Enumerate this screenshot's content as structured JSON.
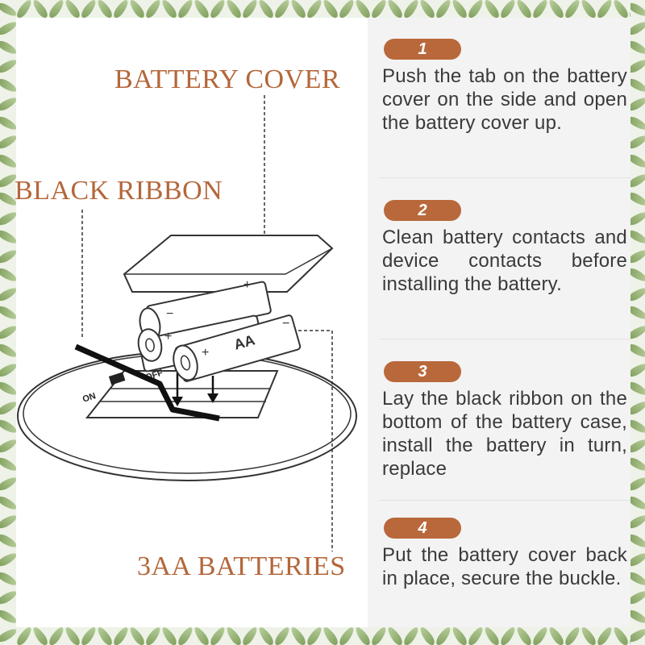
{
  "diagram": {
    "callouts": {
      "battery_cover": "BATTERY COVER",
      "black_ribbon": "BLACK RIBBON",
      "batteries": "3AA BATTERIES"
    },
    "battery_label": "AA",
    "plus_sign": "+",
    "minus_sign": "−",
    "switch": {
      "on": "ON",
      "off": "OFF"
    }
  },
  "steps": [
    {
      "number": "1",
      "text": "Push the tab on the battery cover on the side and open the battery cover up."
    },
    {
      "number": "2",
      "text": "Clean battery contacts and device contacts before installing the battery."
    },
    {
      "number": "3",
      "text": "Lay the black ribbon on the bottom of the battery case, install the battery in turn, replace"
    },
    {
      "number": "4",
      "text": "Put the battery cover back in place, secure the buckle."
    }
  ],
  "colors": {
    "accent": "#b4673a",
    "badge": "#b9683b",
    "panel": "#f3f3f3",
    "text": "#3a3a3a",
    "leaf": "#8fae6a"
  }
}
